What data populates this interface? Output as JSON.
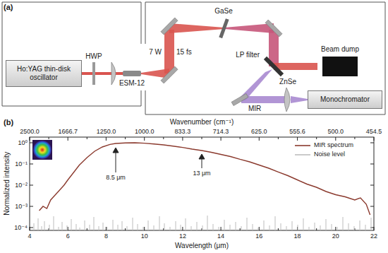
{
  "diagram": {
    "nodes": [
      {
        "text": [
          "Ho:YAG thin-disk oscillator"
        ]
      },
      {
        "text": [
          "Beam dump"
        ]
      },
      {
        "text": [
          "Monochromator"
        ]
      }
    ],
    "labels": [
      "(a)",
      "HWP",
      "ESM-12",
      "7 W",
      "15 fs",
      "GaSe",
      "LP filter",
      "ZnSe",
      "MIR",
      "(b)",
      "Wavenumber (cm⁻¹)",
      "2500.0",
      "1666.7",
      "1250.0",
      "1000.0",
      "833.3",
      "714.3",
      "625.0",
      "555.6",
      "500.0",
      "454.5",
      "10⁰",
      "10⁻¹",
      "10⁻²",
      "10⁻³",
      "10⁻⁴",
      "Normalized intensity",
      "8.5 μm",
      "13 μm",
      "4",
      "6",
      "8",
      "10",
      "12",
      "14",
      "16",
      "18",
      "20",
      "22",
      "Wavelength (μm)"
    ],
    "legend": [
      {
        "text": "MIR spectrum"
      },
      {
        "text": "Noise level"
      }
    ]
  }
}
